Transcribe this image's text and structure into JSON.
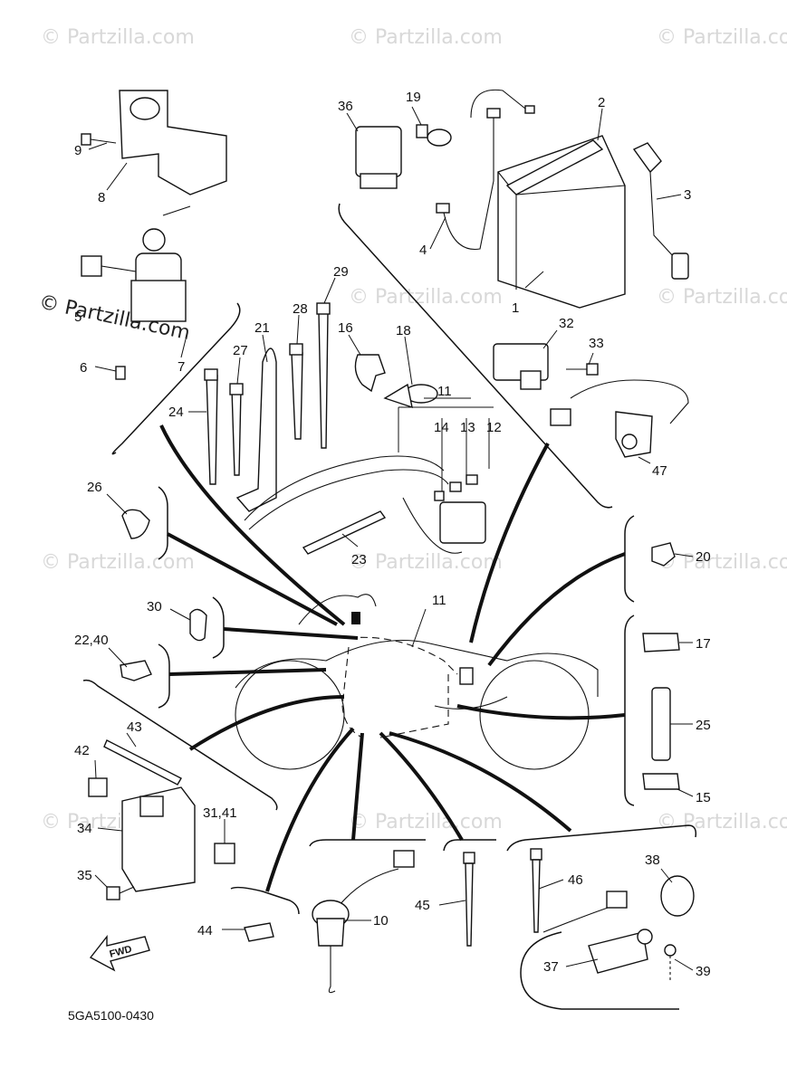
{
  "watermark": "© Partzilla.com",
  "diagram_code": "5GA5100-0430",
  "fwd_label": "FWD",
  "callouts": {
    "c1": "1",
    "c2": "2",
    "c3": "3",
    "c4": "4",
    "c5": "5",
    "c6": "6",
    "c7": "7",
    "c8": "8",
    "c9": "9",
    "c10": "10",
    "c11a": "11",
    "c11b": "11",
    "c12": "12",
    "c13": "13",
    "c14": "14",
    "c15": "15",
    "c16": "16",
    "c17": "17",
    "c18": "18",
    "c19": "19",
    "c20": "20",
    "c22_40": "22,40",
    "c23": "23",
    "c24": "24",
    "c25": "25",
    "c26": "26",
    "c27": "27",
    "c28": "28",
    "c29": "29",
    "c30": "30",
    "c31_41": "31,41",
    "c32": "32",
    "c33": "33",
    "c34": "34",
    "c35": "35",
    "c36": "36",
    "c37": "37",
    "c38": "38",
    "c39": "39",
    "c42": "42",
    "c43": "43",
    "c44": "44",
    "c45": "45",
    "c46": "46",
    "c47": "47"
  }
}
